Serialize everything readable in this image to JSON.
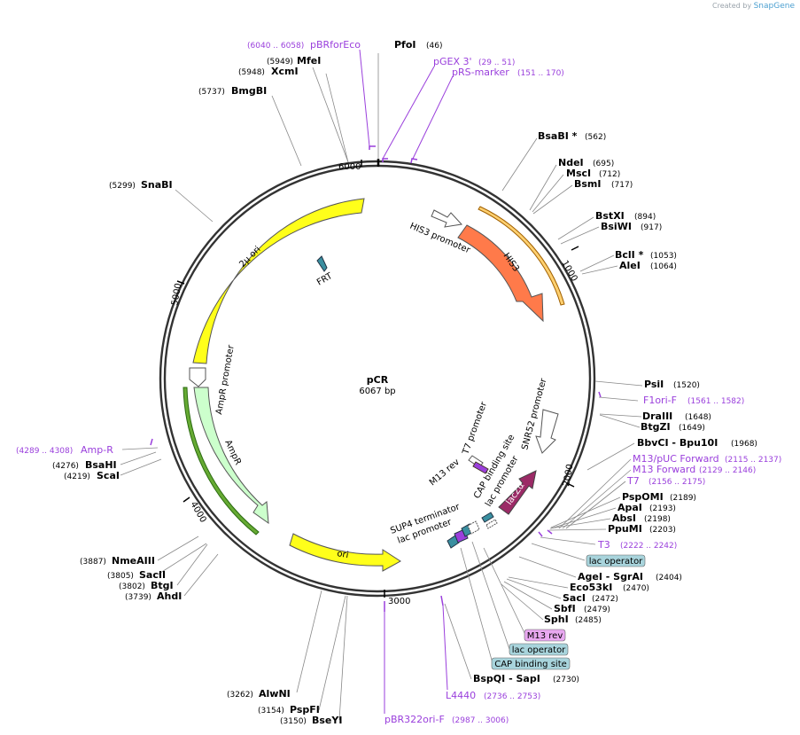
{
  "branding": {
    "prefix": "Created by",
    "name": "SnapGene"
  },
  "plasmid": {
    "name": "pCR",
    "size": "6067 bp"
  },
  "ticks": [
    "1000",
    "2000",
    "3000",
    "4000",
    "5000",
    "6000"
  ],
  "features": {
    "his3_promoter": "HIS3 promoter",
    "his3": "HIS3",
    "frt": "FRT",
    "two_micron_ori": "2μ ori",
    "ampr_promoter": "AmpR promoter",
    "ampr": "AmpR",
    "ori": "ori",
    "m13_rev": "M13 rev",
    "t7_promoter": "T7 promoter",
    "cap_binding_site": "CAP binding site",
    "lac_promoter_inner": "lac promoter",
    "snr52_promoter": "SNR52 promoter",
    "lacz_alpha": "lacZα",
    "sup4_terminator": "SUP4 terminator",
    "lac_promoter_left": "lac promoter"
  },
  "sites": {
    "PfoI": {
      "name": "PfoI",
      "pos": "(46)"
    },
    "MfeI": {
      "name": "MfeI",
      "pos": "(5949)"
    },
    "XcmI": {
      "name": "XcmI",
      "pos": "(5948)"
    },
    "BmgBI": {
      "name": "BmgBI",
      "pos": "(5737)"
    },
    "SnaBI": {
      "name": "SnaBI",
      "pos": "(5299)"
    },
    "BsaBI": {
      "name": "BsaBI *",
      "pos": "(562)"
    },
    "NdeI": {
      "name": "NdeI",
      "pos": "(695)"
    },
    "MscI": {
      "name": "MscI",
      "pos": "(712)"
    },
    "BsmI": {
      "name": "BsmI",
      "pos": "(717)"
    },
    "BstXI": {
      "name": "BstXI",
      "pos": "(894)"
    },
    "BsiWI": {
      "name": "BsiWI",
      "pos": "(917)"
    },
    "BclI": {
      "name": "BclI *",
      "pos": "(1053)"
    },
    "AleI": {
      "name": "AleI",
      "pos": "(1064)"
    },
    "PsiI": {
      "name": "PsiI",
      "pos": "(1520)"
    },
    "DraIII": {
      "name": "DraIII",
      "pos": "(1648)"
    },
    "BtgZI": {
      "name": "BtgZI",
      "pos": "(1649)"
    },
    "BbvCI": {
      "name": "BbvCI - Bpu10I",
      "pos": "(1968)"
    },
    "PspOMI": {
      "name": "PspOMI",
      "pos": "(2189)"
    },
    "ApaI": {
      "name": "ApaI",
      "pos": "(2193)"
    },
    "AbsI": {
      "name": "AbsI",
      "pos": "(2198)"
    },
    "PpuMI": {
      "name": "PpuMI",
      "pos": "(2203)"
    },
    "AgeI": {
      "name": "AgeI - SgrAI",
      "pos": "(2404)"
    },
    "Eco53kI": {
      "name": "Eco53kI",
      "pos": "(2470)"
    },
    "SacI": {
      "name": "SacI",
      "pos": "(2472)"
    },
    "SbfI": {
      "name": "SbfI",
      "pos": "(2479)"
    },
    "SphI": {
      "name": "SphI",
      "pos": "(2485)"
    },
    "BspQI": {
      "name": "BspQI - SapI",
      "pos": "(2730)"
    },
    "BsaHI": {
      "name": "BsaHI",
      "pos": "(4276)"
    },
    "ScaI": {
      "name": "ScaI",
      "pos": "(4219)"
    },
    "NmeAIII": {
      "name": "NmeAIII",
      "pos": "(3887)"
    },
    "SacII": {
      "name": "SacII",
      "pos": "(3805)"
    },
    "BtgI": {
      "name": "BtgI",
      "pos": "(3802)"
    },
    "AhdI": {
      "name": "AhdI",
      "pos": "(3739)"
    },
    "AlwNI": {
      "name": "AlwNI",
      "pos": "(3262)"
    },
    "PspFI": {
      "name": "PspFI",
      "pos": "(3154)"
    },
    "BseYI": {
      "name": "BseYI",
      "pos": "(3150)"
    }
  },
  "primers": {
    "pBRforEco": {
      "name": "pBRforEco",
      "range": "(6040 .. 6058)"
    },
    "pGEX3": {
      "name": "pGEX 3'",
      "range": "(29 .. 51)"
    },
    "pRSmarker": {
      "name": "pRS-marker",
      "range": "(151 .. 170)"
    },
    "F1oriF": {
      "name": "F1ori-F",
      "range": "(1561 .. 1582)"
    },
    "M13pUC": {
      "name": "M13/pUC Forward",
      "range": "(2115 .. 2137)"
    },
    "M13Fwd": {
      "name": "M13 Forward",
      "range": "(2129 .. 2146)"
    },
    "T7": {
      "name": "T7",
      "range": "(2156 .. 2175)"
    },
    "T3": {
      "name": "T3",
      "range": "(2222 .. 2242)"
    },
    "AmpR": {
      "name": "Amp-R",
      "range": "(4289 .. 4308)"
    },
    "L4440": {
      "name": "L4440",
      "range": "(2736 .. 2753)"
    },
    "pBR322oriF": {
      "name": "pBR322ori-F",
      "range": "(2987 .. 3006)"
    }
  },
  "boxes": {
    "lac_operator_right": "lac operator",
    "m13_rev_box": "M13 rev",
    "lac_operator_bottom": "lac operator",
    "cap_box": "CAP binding site"
  },
  "colors": {
    "backbone": "#333333",
    "his3": "#ff7a4a",
    "yellow": "#ffff1a",
    "ampr": "#ccffcc",
    "lacz": "#9b2a66",
    "primer": "#9a3fdc",
    "teal": "#3a8fa0",
    "box_blue": "#a8d4dc",
    "box_purple": "#e8a8f0"
  }
}
